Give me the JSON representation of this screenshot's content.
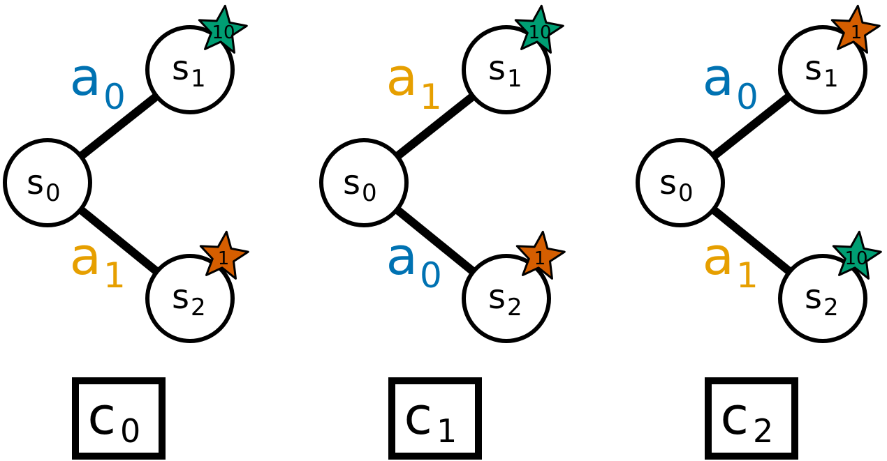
{
  "colors": {
    "blue": "#0072B2",
    "orange": "#E69F00",
    "green": "#009E73",
    "vermillion": "#D55E00",
    "stroke": "#000000",
    "node_fill": "#FFFFFF"
  },
  "panels": [
    {
      "context": {
        "letter": "c",
        "sub": "0"
      },
      "root": {
        "letter": "s",
        "sub": "0"
      },
      "upper": {
        "letter": "s",
        "sub": "1",
        "reward": "10",
        "reward_color": "green"
      },
      "lower": {
        "letter": "s",
        "sub": "2",
        "reward": "1",
        "reward_color": "vermillion"
      },
      "upper_action": {
        "letter": "a",
        "sub": "0",
        "color": "blue"
      },
      "lower_action": {
        "letter": "a",
        "sub": "1",
        "color": "orange"
      }
    },
    {
      "context": {
        "letter": "c",
        "sub": "1"
      },
      "root": {
        "letter": "s",
        "sub": "0"
      },
      "upper": {
        "letter": "s",
        "sub": "1",
        "reward": "10",
        "reward_color": "green"
      },
      "lower": {
        "letter": "s",
        "sub": "2",
        "reward": "1",
        "reward_color": "vermillion"
      },
      "upper_action": {
        "letter": "a",
        "sub": "1",
        "color": "orange"
      },
      "lower_action": {
        "letter": "a",
        "sub": "0",
        "color": "blue"
      }
    },
    {
      "context": {
        "letter": "c",
        "sub": "2"
      },
      "root": {
        "letter": "s",
        "sub": "0"
      },
      "upper": {
        "letter": "s",
        "sub": "1",
        "reward": "1",
        "reward_color": "vermillion"
      },
      "lower": {
        "letter": "s",
        "sub": "2",
        "reward": "10",
        "reward_color": "green"
      },
      "upper_action": {
        "letter": "a",
        "sub": "0",
        "color": "blue"
      },
      "lower_action": {
        "letter": "a",
        "sub": "1",
        "color": "orange"
      }
    }
  ]
}
